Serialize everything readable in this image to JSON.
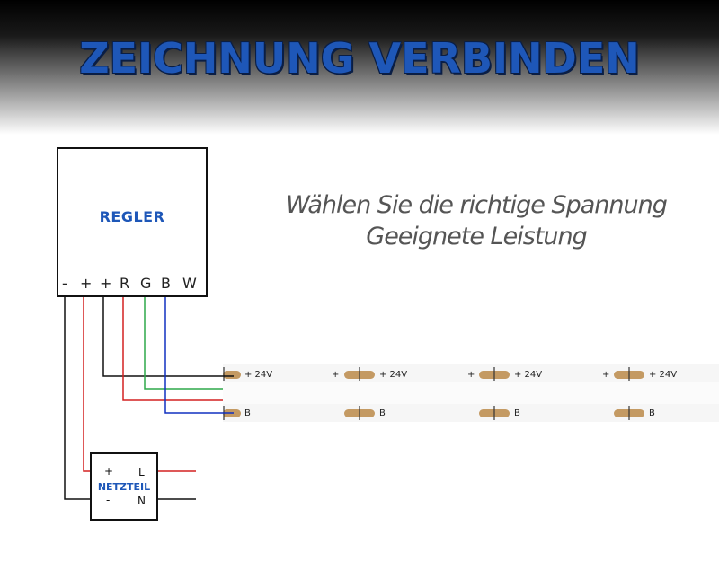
{
  "title": "ZEICHNUNG VERBINDEN",
  "note": {
    "line1": "Wählen Sie die richtige Spannung",
    "line2": "Geeignete Leistung"
  },
  "controller": {
    "label": "REGLER",
    "terminals": [
      "-",
      "+",
      "+",
      "R",
      "G",
      "B",
      "W"
    ]
  },
  "power_supply": {
    "label": "NETZTEIL",
    "plus": "+",
    "minus": "-",
    "live": "L",
    "neutral": "N"
  },
  "strip": {
    "segments": [
      {
        "top_left": "",
        "top_right": "+ 24V",
        "bottom_right": "B"
      },
      {
        "top_left": "+",
        "top_right": "+ 24V",
        "bottom_right": "B"
      },
      {
        "top_left": "+",
        "top_right": "+ 24V",
        "bottom_right": "B"
      },
      {
        "top_left": "+",
        "top_right": "+ 24V",
        "bottom_right": "B"
      }
    ],
    "pad_color": "#c49a63"
  },
  "colors": {
    "accent": "#1e57b8",
    "wire_black": "#111111",
    "wire_red": "#d42020",
    "wire_green": "#2fa84a",
    "wire_blue": "#1030c0"
  }
}
